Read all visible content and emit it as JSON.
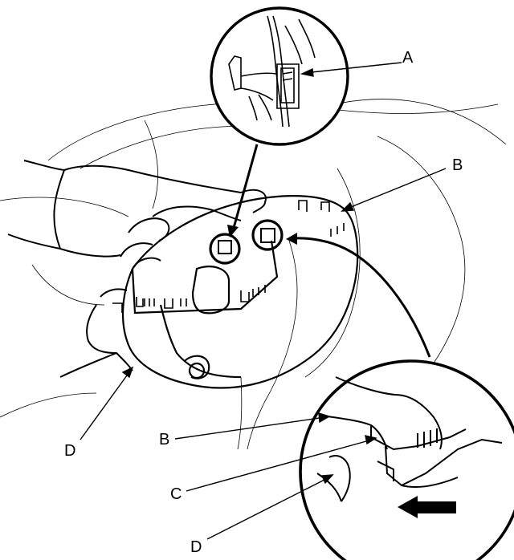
{
  "diagram": {
    "callouts": {
      "a": "A",
      "b_top": "B",
      "b_inset": "B",
      "c": "C",
      "d_left": "D",
      "d_inset": "D"
    },
    "colors": {
      "line": "#000000",
      "background": "#ffffff"
    }
  }
}
